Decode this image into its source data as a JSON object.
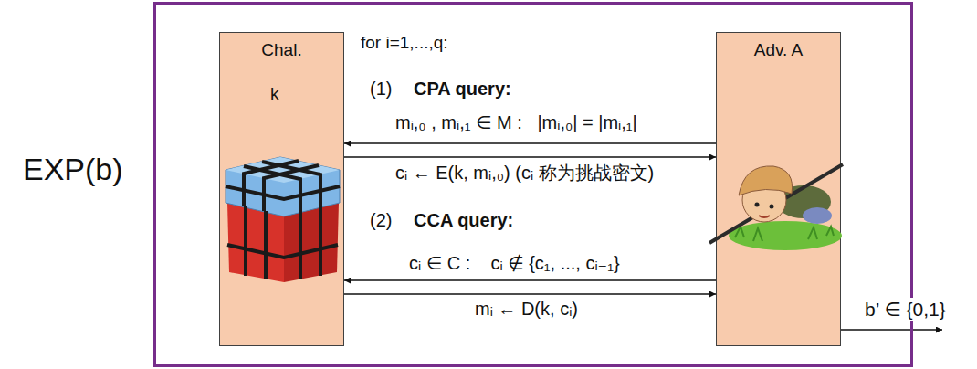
{
  "diagram": {
    "nodes": [
      {
        "text": [
          "EXP(b)"
        ]
      },
      {
        "text": [
          "Chal.",
          "k"
        ],
        "in": 0
      },
      {
        "text": [
          "Adv. A"
        ],
        "in": 0
      }
    ],
    "edges": [
      {
        "from": 2,
        "to": 1,
        "arrow": "to",
        "label": "mᵢ,₀ , mᵢ,₁ ∈ M :   |mᵢ,₀| = |mᵢ,₁|"
      },
      {
        "from": 1,
        "to": 2,
        "arrow": "to",
        "label": "cᵢ ← E(k, mᵢ,₀) (cᵢ 称为挑战密文)"
      },
      {
        "from": 2,
        "to": 1,
        "arrow": "to",
        "label": "cᵢ ∈ C :    cᵢ ∉ {c₁, ..., cᵢ₋₁}"
      },
      {
        "from": 1,
        "to": 2,
        "arrow": "to",
        "label": "mᵢ ← D(k, cᵢ)"
      }
    ],
    "labels": [
      "for i=1,...,q:",
      "(1)",
      "CPA query:",
      "(2)",
      "CCA query:",
      "b’ ∈ {0,1}"
    ]
  }
}
